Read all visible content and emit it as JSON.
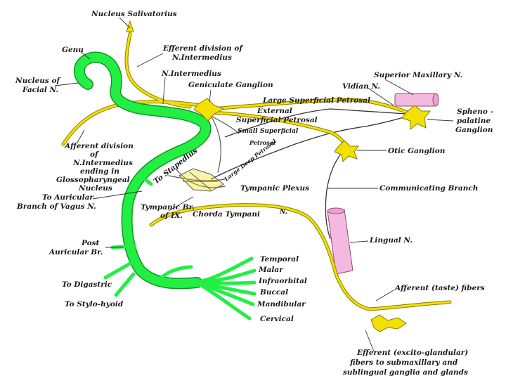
{
  "labels": {
    "nucleus_salivatorius": "Nucleus Salivatorius",
    "efferent_division_1": "Efferent division of",
    "efferent_division_2": "N.Intermedius",
    "genu": "Genu",
    "nucleus_facial_1": "Nucleus of",
    "nucleus_facial_2": "Facial N.",
    "n_intermedius": "N.Intermedius",
    "geniculate_ganglion": "Geniculate Ganglion",
    "superior_maxillary": "Superior Maxillary N.",
    "vidian": "Vidian N.",
    "large_sup_petrosal": "Large Superficial Petrosal",
    "external_1": "External",
    "external_2": "Superficial Petrosal",
    "spheno_1": "Spheno -",
    "spheno_2": "palatine",
    "spheno_3": "Ganglion",
    "small_superficial": "Small Superficial",
    "petrosal": "Petrosal",
    "large_deep_petrosal": "Large Deep Petrosal",
    "otic_ganglion": "Otic Ganglion",
    "afferent_1": "Afferent division",
    "afferent_2": "of",
    "afferent_3": "N.Intermedius",
    "afferent_4": "ending in",
    "afferent_5": "Glossopharyngeal",
    "afferent_6": "Nucleus",
    "to_stapedius": "To Stapedius",
    "tympanic_plexus": "Tympanic Plexus",
    "communicating_branch": "Communicating Branch",
    "to_auricular_1": "To Auricular",
    "to_auricular_2": "Branch of Vagus N.",
    "tympanic_br_1": "Tympanic Br.",
    "tympanic_br_2": "of IX.",
    "chorda_tympani": "Chorda Tympani",
    "chorda_n": "N.",
    "lingual": "Lingual N.",
    "post_auricular_1": "Post",
    "post_auricular_2": "Auricular Br.",
    "temporal": "Temporal",
    "malar": "Malar",
    "infraorbital": "Infraorbital",
    "buccal": "Buccal",
    "mandibular": "Mandibular",
    "cervical": "Cervical",
    "to_digastric": "To Digastric",
    "to_stylohyoid": "To Stylo-hyoid",
    "afferent_taste": "Afferent (taste) fibers",
    "efferent_glandular_1": "Efferent (excito-glandular)",
    "efferent_glandular_2": "fibers to submaxillary and",
    "efferent_glandular_3": "sublingual ganglia and glands"
  },
  "colors": {
    "facial_nerve": "#22ee44",
    "facial_outline": "#119922",
    "sensory_nerve": "#f2e000",
    "sensory_outline": "#8a7e00",
    "vessel": "#f5b8e0",
    "vessel_outline": "#8a5070",
    "line": "#333333"
  }
}
